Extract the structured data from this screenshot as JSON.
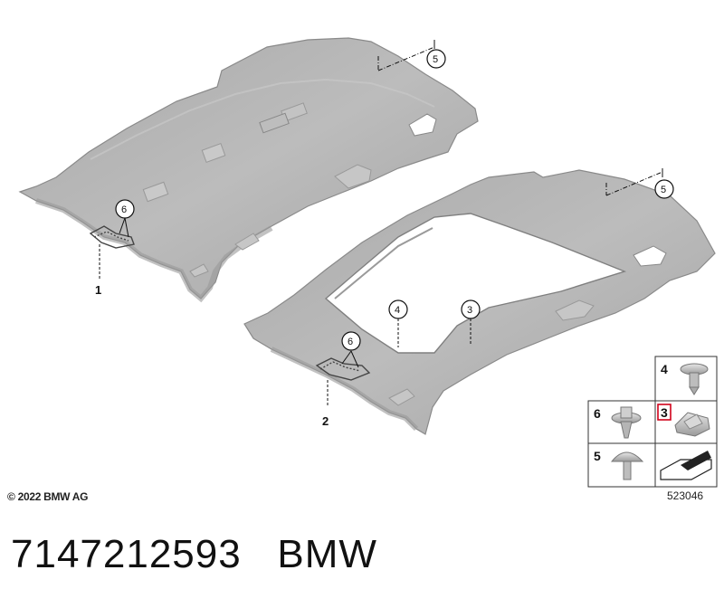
{
  "callouts": {
    "part1": "1",
    "part2": "2",
    "part3": "3",
    "part4": "4",
    "part5a": "5",
    "part5b": "5",
    "part6a": "6",
    "part6b": "6"
  },
  "key_table": {
    "cell4": "4",
    "cell3": "3",
    "cell6": "6",
    "cell5": "5"
  },
  "copyright": "© 2022 BMW AG",
  "drawing_id": "523046",
  "footer": {
    "part_number": "7147212593",
    "brand": "BMW"
  },
  "colors": {
    "headliner": "#b3b3b3",
    "edge": "#8d8d8d",
    "highlight_box": "#d0021b"
  }
}
